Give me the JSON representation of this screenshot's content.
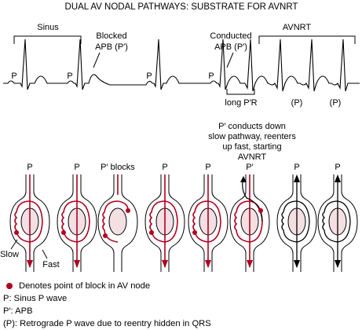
{
  "title": "DUAL AV NODAL PATHWAYS: SUBSTRATE FOR AVNRT",
  "ecg": {
    "sinus_label": "Sinus",
    "p_label": "P",
    "blocked_label_line1": "Blocked",
    "blocked_label_line2": "APB (P′)",
    "conducted_label_line1": "Conducted",
    "conducted_label_line2": "APB (P′)",
    "avnrt_label": "AVNRT",
    "long_pr_label": "long P′R",
    "retro_p_label": "(P)"
  },
  "diagrams": {
    "p_label": "P",
    "p_blocks_label": "P′ blocks",
    "p_prime_label": "P′",
    "slow_label": "Slow",
    "fast_label": "Fast",
    "annotation_line1": "P′ conducts down",
    "annotation_line2": "slow pathway, reenters",
    "annotation_line3": "up fast, starting",
    "annotation_line4": "AVNRT"
  },
  "legend": {
    "block_note": "Denotes point of block in AV node",
    "p_note": "P: Sinus P wave",
    "p_prime_note": "P′: APB",
    "retro_note": "(P): Retrograde P wave due to reentry hidden in QRS"
  },
  "colors": {
    "red": "#b0001e",
    "node_fill": "#f4dfe3",
    "ink": "#000000"
  }
}
